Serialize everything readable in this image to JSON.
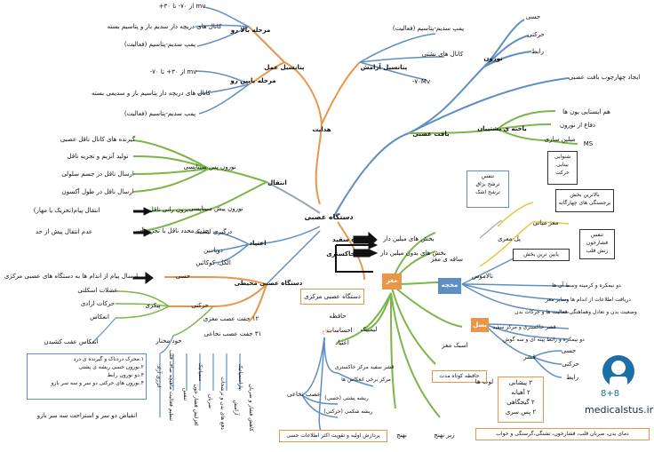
{
  "root": "دستگاه عصبی",
  "top_branch": {
    "label": "هدایت",
    "potential_action": {
      "label": "پتانسیل عمل",
      "depolarize": {
        "label": "مرحله بالا رو",
        "items": [
          "mv از ۷۰- تا ۳۰+",
          "کانال های دریچه دار سدیم باز و پتاسیم بسته",
          "پمپ سدیم-پتاسیم (فعالیت)"
        ]
      },
      "repolarize": {
        "label": "مرحله پایین رو",
        "items": [
          "mv از ۳۰+ تا ۷۰-",
          "کانال های دریچه دار پتاسیم باز و سدیمی بسته",
          "پمپ سدیم-پتاسیم (فعالیت)"
        ]
      }
    },
    "rest_potential": {
      "label": "پتانسیل آرامش",
      "items": [
        "پمپ سدیم-پتاسیم (فعالیت)",
        "کانال های نشتی",
        "۷۰Mv-"
      ]
    }
  },
  "tissue": {
    "label": "بافت عصبی",
    "neuron": {
      "label": "نورون",
      "parts": [
        "حسی",
        "حرکتی",
        "رابط"
      ]
    },
    "support": "ایجاد چهارچوب بافت عصبی",
    "glia": {
      "label": "یاخته ی پشتیبان",
      "items": [
        "هم ایستایی یون ها",
        "دفاع از نورون",
        "میلین سازی"
      ]
    },
    "ms": "MS"
  },
  "transfer": {
    "label": "انتقال",
    "presynaptic": {
      "label": "نورون پس سیناپسی",
      "items": [
        "گیرنده های کانال ناقل عصبی",
        "تولید آنزیم و تجزیه ناقل",
        "ارسال ناقل در جسم سلولی",
        "ارسال ناقل در طول آکسون"
      ]
    },
    "postsynaptic": {
      "label": "نورون پیش سیناپسی",
      "items": [
        "برون رانی ناقل",
        "جذب مجدد ناقل با تجزیه آن"
      ]
    },
    "exo_box": "انتقال پیام(تحریک یا مهار)",
    "stop_box": "عدم انتقال پیش از حد"
  },
  "addiction": {
    "label": "اعتیاد",
    "items": [
      "درگیری لیمبیک",
      "دوپامین",
      "الکل، کوکائین"
    ]
  },
  "peripheral": {
    "label": "دستگاه عصبی محیطی",
    "sensory": "حسی",
    "sensory_box": "ارسال پیام از اندام ها به دستگاه های عصبی مرکزی",
    "motor": "حرکتی",
    "somatic": {
      "label": "پیکری",
      "items": [
        "عضلات اسکلتی",
        "حرکات ارادی",
        "انعکاس"
      ]
    },
    "reflex": "انعکاس عقب کشیدن",
    "reflex_box": [
      "۱.محرک دردناک و گیرنده ی درد",
      "۲.نورون حسی ریشه ی پشتی",
      "۳.دو نورون رابط",
      "۴.نورون های حرکتی دو سر و سه سر بازو"
    ],
    "reflex_result": "انقباض دو سر و استراحت سه سر بازو",
    "autonomic": "خود مختار",
    "spinal_nerves": [
      "۱۲ جفت عصب مغزی",
      "۳۱ جفت عصب نخاعی"
    ],
    "sympathetic": [
      "سمپاتیک",
      "تنفس",
      "افزایش فشار خون",
      "ضربان"
    ],
    "parasympathetic": [
      "پاراسمپاتیک",
      "آرامش",
      "کاهش فشار و ضربان"
    ],
    "vertical": [
      "انرژی آزاد",
      "تنظیم فعالیت ماهیچه صاف قلب",
      "عدم ارتباط",
      "هیجان",
      "دفع های بدن و ترشحات",
      "بدون وقفه",
      "آرامش و ماهیت ضعیف"
    ]
  },
  "central": {
    "label": "دستگاه عصبی مرکزی",
    "white": {
      "label": "ماده سفید",
      "desc": "بخش های میلین دار"
    },
    "gray": {
      "label": "ماده خاکستری",
      "desc": "بخش های بدون میلین دار"
    },
    "brain_tag": "مغز",
    "cerebellum_tag": "مخچه",
    "medulla_tag": "بصل النخاع",
    "spinal_tag": "نخاع",
    "limbic": {
      "label": "لیمبیک",
      "items": [
        "حافظه",
        "احساسات",
        "اعتیاد"
      ]
    },
    "spinal_desc": [
      "قشر سفید مرکز خاکستری",
      "مرکز برخی انعکاس ها"
    ],
    "spinal_nerve": {
      "label": "عصب نخاعی",
      "items": [
        "ریشه پشتی (حسی)",
        "ریشه شکمی (حرکتی)"
      ]
    },
    "spinal_note": "پردازش اولیه و تقویت اکثر اطلاعات حسی",
    "hippocampus": "اسبک مغز",
    "hippo_box": "حافظه کوتاه مدت",
    "brainstem": "ساقه ی مغز",
    "pons": "پل مغزی",
    "pons_box": [
      "تنفس",
      "ترشح بزاق",
      "ترشح اشک"
    ],
    "midbrain": "مغز میانی",
    "midbrain_box": [
      "شنوایی",
      "بینایی",
      "حرکت"
    ],
    "pineal_box": [
      "بالاترین بخش",
      "برجستگی های چهارگانه"
    ],
    "medulla_box": [
      "تنفس",
      "فشارخون",
      "زنش قلب"
    ],
    "pineal_low": "پایین ترین بخش",
    "thalamus": "تالاموس",
    "cerebellum_items": [
      "دو نیمکره و کرمینه وسط آن ها",
      "دریافت اطلاعات از اندام ها وسایر مغز",
      "وضعیت بدن و تعادل وهماهنگی فعالیت ها و حرکات بدن"
    ],
    "cerebrum_items": [
      "قشر خاکستری و مرکز سفید",
      "دو نیمکره و رابط پینه ای و سه گوش",
      "قشر"
    ],
    "cortex": {
      "label": "لوب ها",
      "parts": [
        "حسی",
        "حرکتی",
        "رابط"
      ],
      "lobes": [
        "۲ پیشانی",
        "۲ آهیانه",
        "۲ گیجگاهی",
        "۲ پس سری"
      ]
    },
    "hypothalamus": "زیر نهنج",
    "thalamus2": "نهنج",
    "hypo_box": "دمای بدن، ضربان قلب، فشارخون، تشنگی،گرسنگی و خواب"
  },
  "brand": "medicalstus.ir",
  "colors": {
    "orange": "#e8974a",
    "blue": "#5d8fc4",
    "green": "#7ab648",
    "yellow": "#f2c23a",
    "gray": "#9aa5ad",
    "brown": "#c78a5b"
  }
}
